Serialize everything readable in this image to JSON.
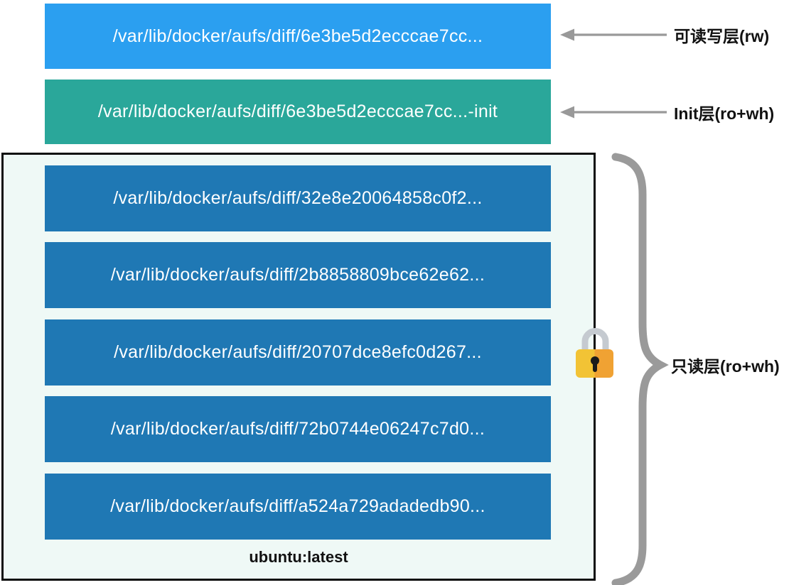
{
  "colors": {
    "rw-bar": "#2B9FF0",
    "init-bar": "#2AA79A",
    "ro-bar": "#1F78B4",
    "box-bg": "#EFF9F6",
    "box-border": "#0D0D0D",
    "arrow": "#999999",
    "brace": "#9A9A9A",
    "bar-text": "#FFFFFF",
    "label-text": "#111111",
    "lock-body-left": "#F2C335",
    "lock-body-right": "#F0A233",
    "lock-shackle": "#C5CAD0"
  },
  "layers": {
    "writable": "/var/lib/docker/aufs/diff/6e3be5d2ecccae7cc...",
    "init": "/var/lib/docker/aufs/diff/6e3be5d2ecccae7cc...-init",
    "readonly": [
      "/var/lib/docker/aufs/diff/32e8e20064858c0f2...",
      "/var/lib/docker/aufs/diff/2b8858809bce62e62...",
      "/var/lib/docker/aufs/diff/20707dce8efc0d267...",
      "/var/lib/docker/aufs/diff/72b0744e06247c7d0...",
      "/var/lib/docker/aufs/diff/a524a729adadedb90..."
    ],
    "image_name": "ubuntu:latest"
  },
  "annotations": {
    "rw": "可读写层(rw)",
    "init": "Init层(ro+wh)",
    "ro": "只读层(ro+wh)"
  },
  "icons": {
    "lock": "lock-icon"
  }
}
